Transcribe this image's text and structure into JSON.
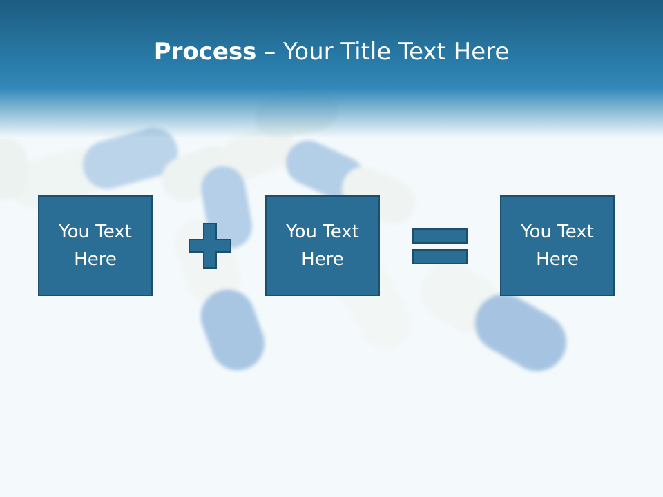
{
  "slide": {
    "title_bold": "Process",
    "title_rest": " – Your Title Text Here"
  },
  "process": {
    "boxes": [
      {
        "line1": "You Text",
        "line2": "Here"
      },
      {
        "line1": "You Text",
        "line2": "Here"
      },
      {
        "line1": "You Text",
        "line2": "Here"
      }
    ],
    "operators": [
      "plus-icon",
      "equals-icon"
    ]
  },
  "colors": {
    "header": "#2a7fad",
    "box_fill": "#2a6e96",
    "box_border": "#1b4f6d",
    "text": "#ffffff"
  }
}
